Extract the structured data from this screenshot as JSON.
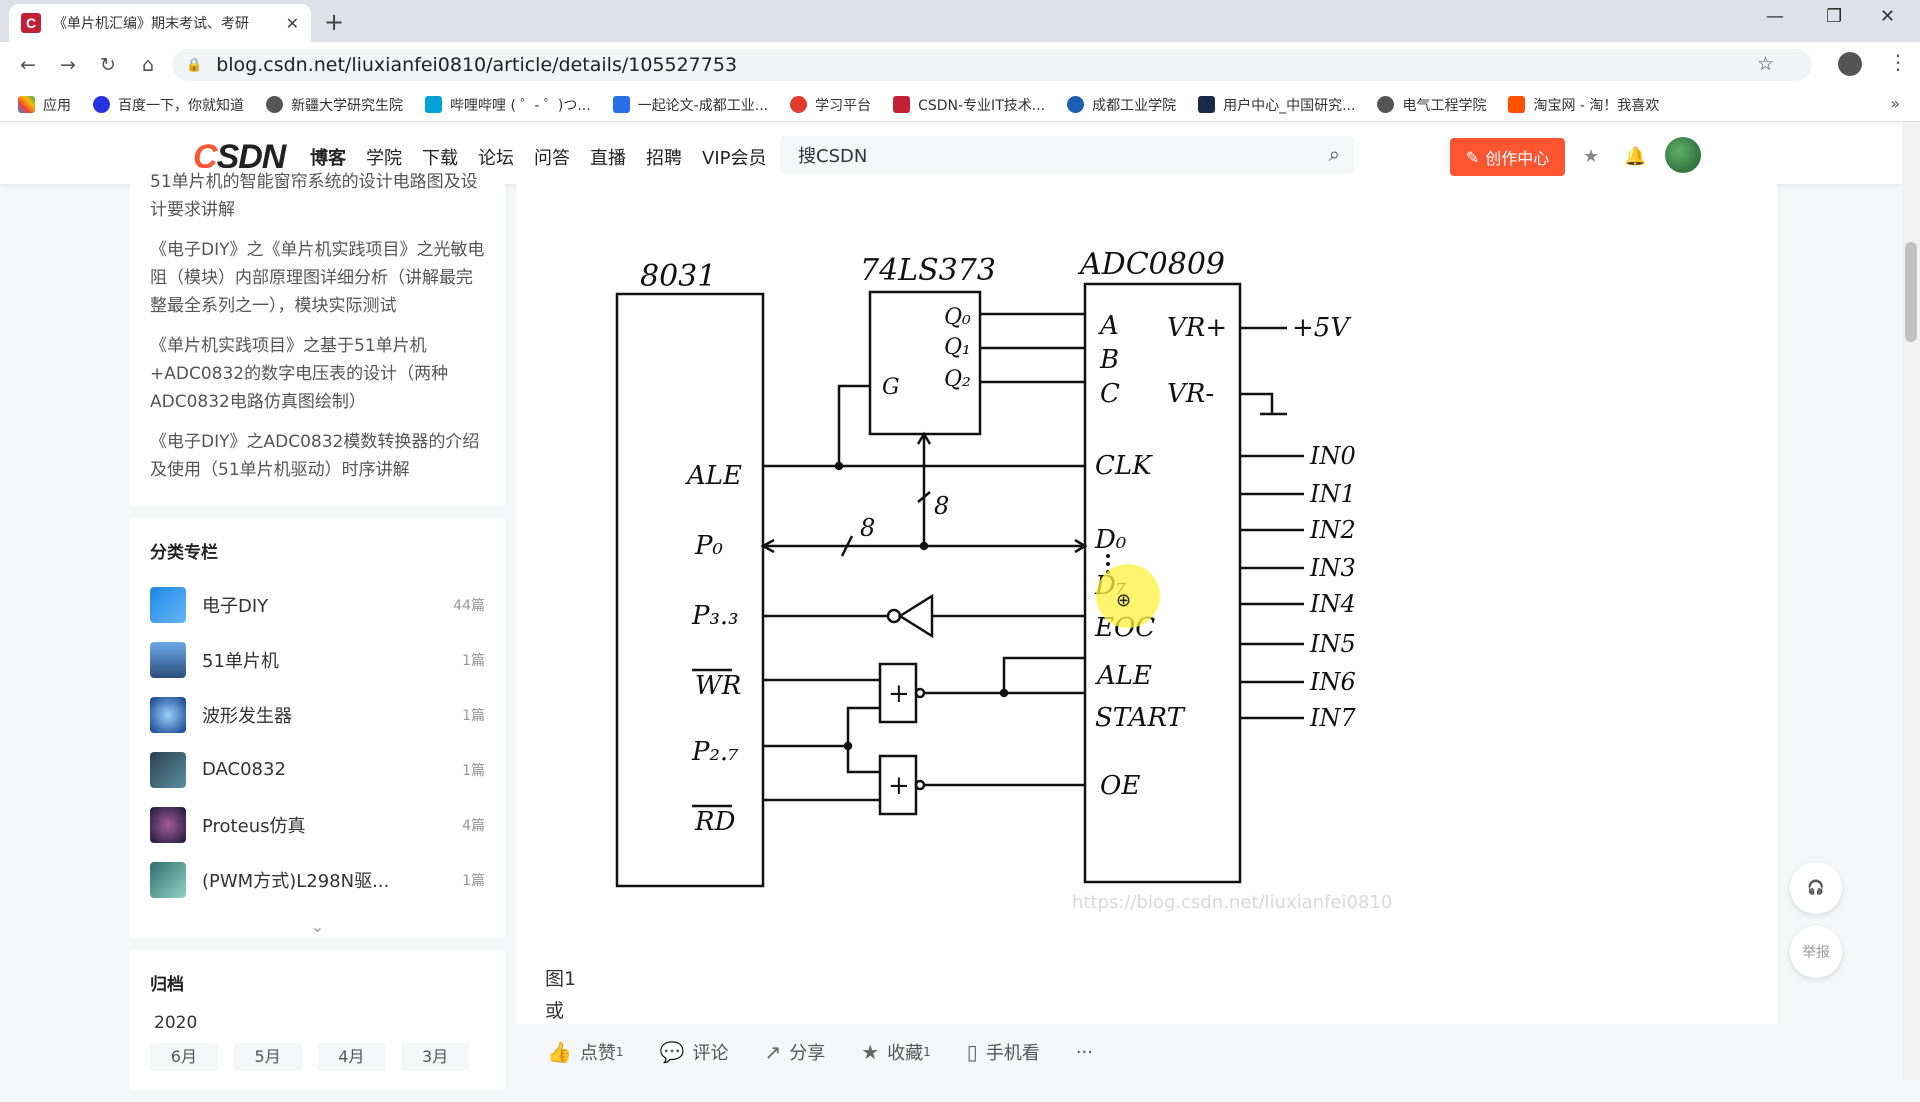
{
  "browser": {
    "tab_title": "《单片机汇编》期末考试、考研",
    "url": "blog.csdn.net/liuxianfei0810/article/details/105527753",
    "bookmarks": [
      "应用",
      "百度一下，你就知道",
      "新疆大学研究生院",
      "哔哩哔哩 ( ゜- ゜)つ...",
      "一起论文-成都工业...",
      "学习平台",
      "CSDN-专业IT技术...",
      "成都工业学院",
      "用户中心_中国研究...",
      "电气工程学院",
      "淘宝网 - 淘！我喜欢"
    ]
  },
  "header": {
    "logo_c": "C",
    "logo_sdn": "SDN",
    "nav": [
      "博客",
      "学院",
      "下载",
      "论坛",
      "问答",
      "直播",
      "招聘",
      "VIP会员"
    ],
    "search_placeholder": "搜CSDN",
    "create_label": "创作中心"
  },
  "sidebar": {
    "related": [
      "51单片机的智能窗帘系统的设计电路图及设计要求讲解",
      "《电子DIY》之《单片机实践项目》之光敏电阻（模块）内部原理图详细分析（讲解最完整最全系列之一），模块实际测试",
      "《单片机实践项目》之基于51单片机+ADC0832的数字电压表的设计（两种ADC0832电路仿真图绘制）",
      "《电子DIY》之ADC0832模数转换器的介绍及使用（51单片机驱动）时序讲解"
    ],
    "category_title": "分类专栏",
    "categories": [
      {
        "name": "电子DIY",
        "count": "44篇"
      },
      {
        "name": "51单片机",
        "count": "1篇"
      },
      {
        "name": "波形发生器",
        "count": "1篇"
      },
      {
        "name": "DAC0832",
        "count": "1篇"
      },
      {
        "name": "Proteus仿真",
        "count": "4篇"
      },
      {
        "name": "(PWM方式)L298N驱...",
        "count": "1篇"
      }
    ],
    "archive_title": "归档",
    "archive_year": "2020",
    "archive_months": [
      "6月",
      "5月",
      "4月",
      "3月"
    ]
  },
  "diagram": {
    "chips": [
      "8031",
      "74LS373",
      "ADC0809"
    ],
    "cpu_pins": [
      "ALE",
      "P₀",
      "P₃.₃",
      "WR",
      "P₂.₇",
      "RD"
    ],
    "latch_pins": [
      "Q₀",
      "Q₁",
      "Q₂",
      "G"
    ],
    "adc_left_pins": [
      "A",
      "B",
      "C",
      "CLK",
      "D₀",
      "D₇",
      "EOC",
      "ALE",
      "START",
      "OE"
    ],
    "adc_right_pins": [
      "VR+",
      "VR-"
    ],
    "supply": "+5V",
    "inputs": [
      "IN0",
      "IN1",
      "IN2",
      "IN3",
      "IN4",
      "IN5",
      "IN6",
      "IN7"
    ],
    "bus_labels": [
      "8",
      "8"
    ],
    "gate_symbol": "+",
    "watermark": "https://blog.csdn.net/liuxianfei0810"
  },
  "article": {
    "caption": "图1",
    "after_caption": "或"
  },
  "actions": {
    "like": "点赞",
    "like_count": "1",
    "comment": "评论",
    "share": "分享",
    "favorite": "收藏",
    "favorite_count": "1",
    "mobile": "手机看",
    "more": "···"
  },
  "float": {
    "report": "举报"
  }
}
